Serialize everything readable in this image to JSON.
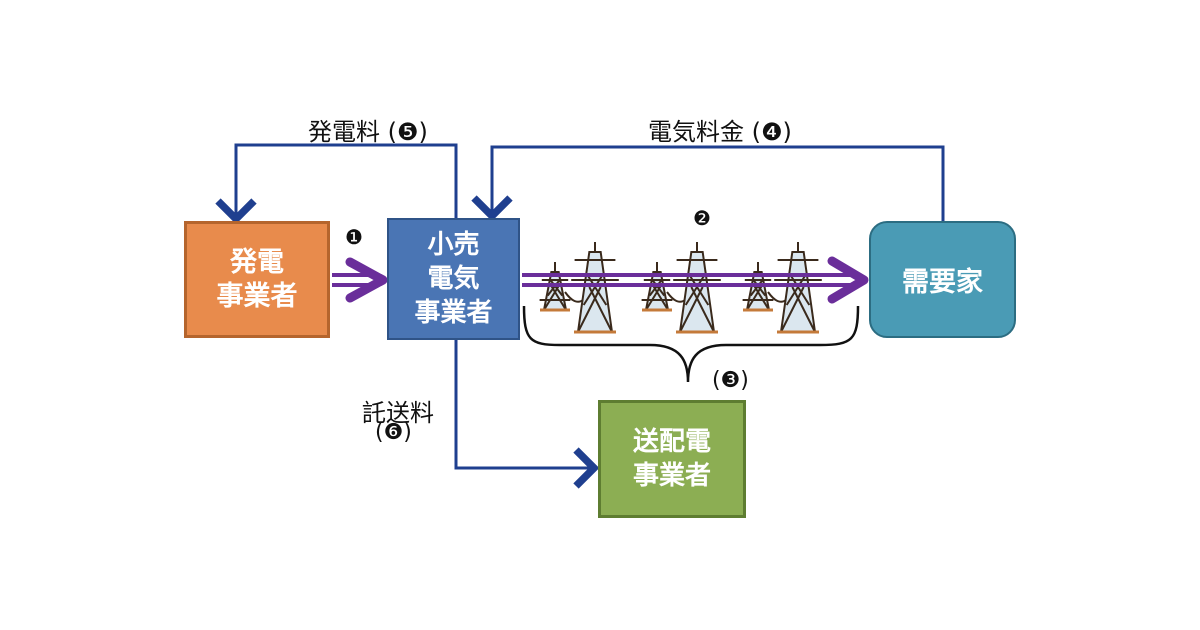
{
  "diagram": {
    "title": "Electricity market flow diagram",
    "nodes": {
      "generator": {
        "label": "発電\n事業者",
        "color": "#e88b4c"
      },
      "retailer": {
        "label": "小売\n電気\n事業者",
        "color": "#4a75b4"
      },
      "consumer": {
        "label": "需要家",
        "color": "#4a9bb5"
      },
      "grid_operator": {
        "label": "送配電\n事業者",
        "color": "#8cae53"
      }
    },
    "flows": {
      "power_supply": {
        "marker": "❶"
      },
      "transmission": {
        "marker": "❷"
      },
      "grid_bracket": {
        "marker": "(❸)"
      },
      "electricity_fee": {
        "label": "電気料金 (❹)"
      },
      "generation_fee": {
        "label": "発電料 (❺)"
      },
      "wheeling_fee": {
        "label": "託送料",
        "marker": "(❻)"
      }
    },
    "colors": {
      "money_arrow": "#1f3f8f",
      "power_arrow": "#6a2e9a"
    }
  }
}
